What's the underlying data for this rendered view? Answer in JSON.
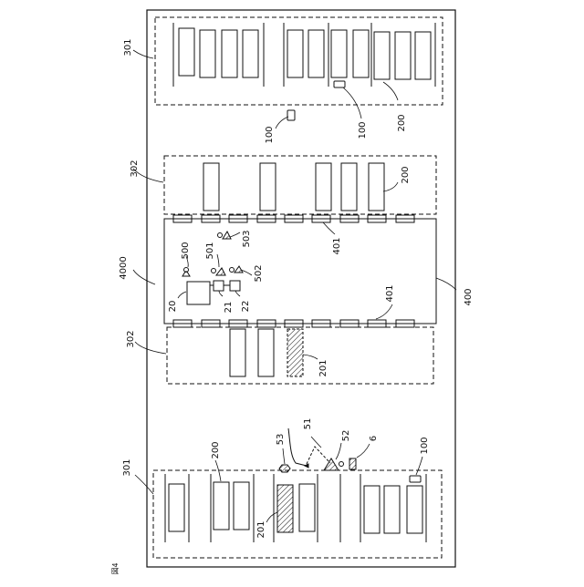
{
  "figure_label": "図4",
  "labels": {
    "r4000": "4000",
    "r301_top": "301",
    "r301_bottom": "301",
    "r302_upper": "302",
    "r302_lower": "302",
    "r100_a": "100",
    "r100_b": "100",
    "r100_c": "100",
    "r200_a": "200",
    "r200_b": "200",
    "r200_c": "200",
    "r201_a": "201",
    "r201_b": "201",
    "r400": "400",
    "r401_a": "401",
    "r401_b": "401",
    "r500": "500",
    "r501": "501",
    "r502": "502",
    "r503": "503",
    "r20": "20",
    "r21": "21",
    "r22": "22",
    "r51": "51",
    "r52": "52",
    "r53": "53",
    "r6": "6"
  }
}
